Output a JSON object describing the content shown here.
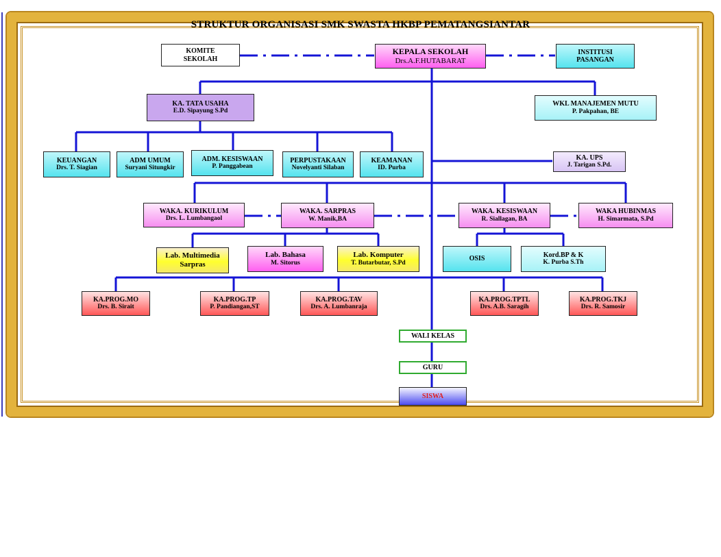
{
  "title": "STRUKTUR ORGANISASI  SMK SWASTA  HKBP PEMATANGSIANTAR",
  "boxes": {
    "komite": {
      "l1": "KOMITE",
      "l2": "SEKOLAH"
    },
    "kepsek": {
      "l1": "KEPALA SEKOLAH",
      "l2": "Drs.A.F.HUTABARAT"
    },
    "institusi": {
      "l1": "INSTITUSI",
      "l2": "PASANGAN"
    },
    "tatausaha": {
      "l1": "KA. TATA USAHA",
      "l2": "E.D. Sipayung S.Pd"
    },
    "wklmutu": {
      "l1": "WKL MANAJEMEN MUTU",
      "l2": "P. Pakpahan, BE"
    },
    "keuangan": {
      "l1": "KEUANGAN",
      "l2": "Drs. T. Siagian"
    },
    "admumum": {
      "l1": "ADM UMUM",
      "l2": "Suryani Situngkir"
    },
    "admkesiswaan": {
      "l1": "ADM. KESISWAAN",
      "l2": "P. Panggabean"
    },
    "perpustakaan": {
      "l1": "PERPUSTAKAAN",
      "l2": "Novelyanti Silaban"
    },
    "keamanan": {
      "l1": "KEAMANAN",
      "l2": "ID. Purba"
    },
    "ups": {
      "l1": "KA. UPS",
      "l2": "J. Tarigan S.Pd."
    },
    "kurikulum": {
      "l1": "WAKA.  KURIKULUM",
      "l2": "Drs. L. Lumbangaol"
    },
    "sarpras": {
      "l1": "WAKA.  SARPRAS",
      "l2": "W. Manik,BA"
    },
    "kesiswaan": {
      "l1": "WAKA.  KESISWAAN",
      "l2": "R. Siallagan, BA"
    },
    "hubinmas": {
      "l1": "WAKA HUBINMAS",
      "l2": "H. Simarmata,  S.Pd"
    },
    "labmm": {
      "l1": "Lab. Multimedia",
      "l2": "Sarpras"
    },
    "labbahasa": {
      "l1": "Lab. Bahasa",
      "l2": "M. Sitorus"
    },
    "labkomputer": {
      "l1": "Lab. Komputer",
      "l2": "T. Butarbutar, S.Pd"
    },
    "osis": {
      "l1": "OSIS",
      "l2": ""
    },
    "kordbp": {
      "l1": "Kord.BP & K",
      "l2": "K. Purba S.Th"
    },
    "progmo": {
      "l1": "KA.PROG.MO",
      "l2": "Drs. B. Sirait"
    },
    "progtp": {
      "l1": "KA.PROG.TP",
      "l2": "P. Pandiangan,ST"
    },
    "progtav": {
      "l1": "KA.PROG.TAV",
      "l2": "Drs. A. Lumbanraja"
    },
    "progtptl": {
      "l1": "KA.PROG.TPTL",
      "l2": "Drs. A.B. Saragih"
    },
    "progtkj": {
      "l1": "KA.PROG.TKJ",
      "l2": "Drs. R. Samosir"
    },
    "walikelas": {
      "l1": "WALI KELAS",
      "l2": ""
    },
    "guru": {
      "l1": "GURU",
      "l2": ""
    },
    "siswa": {
      "l1": "SISWA",
      "l2": ""
    }
  },
  "colors": {
    "connector": "#1414d6",
    "frame": "#e3b33d"
  }
}
